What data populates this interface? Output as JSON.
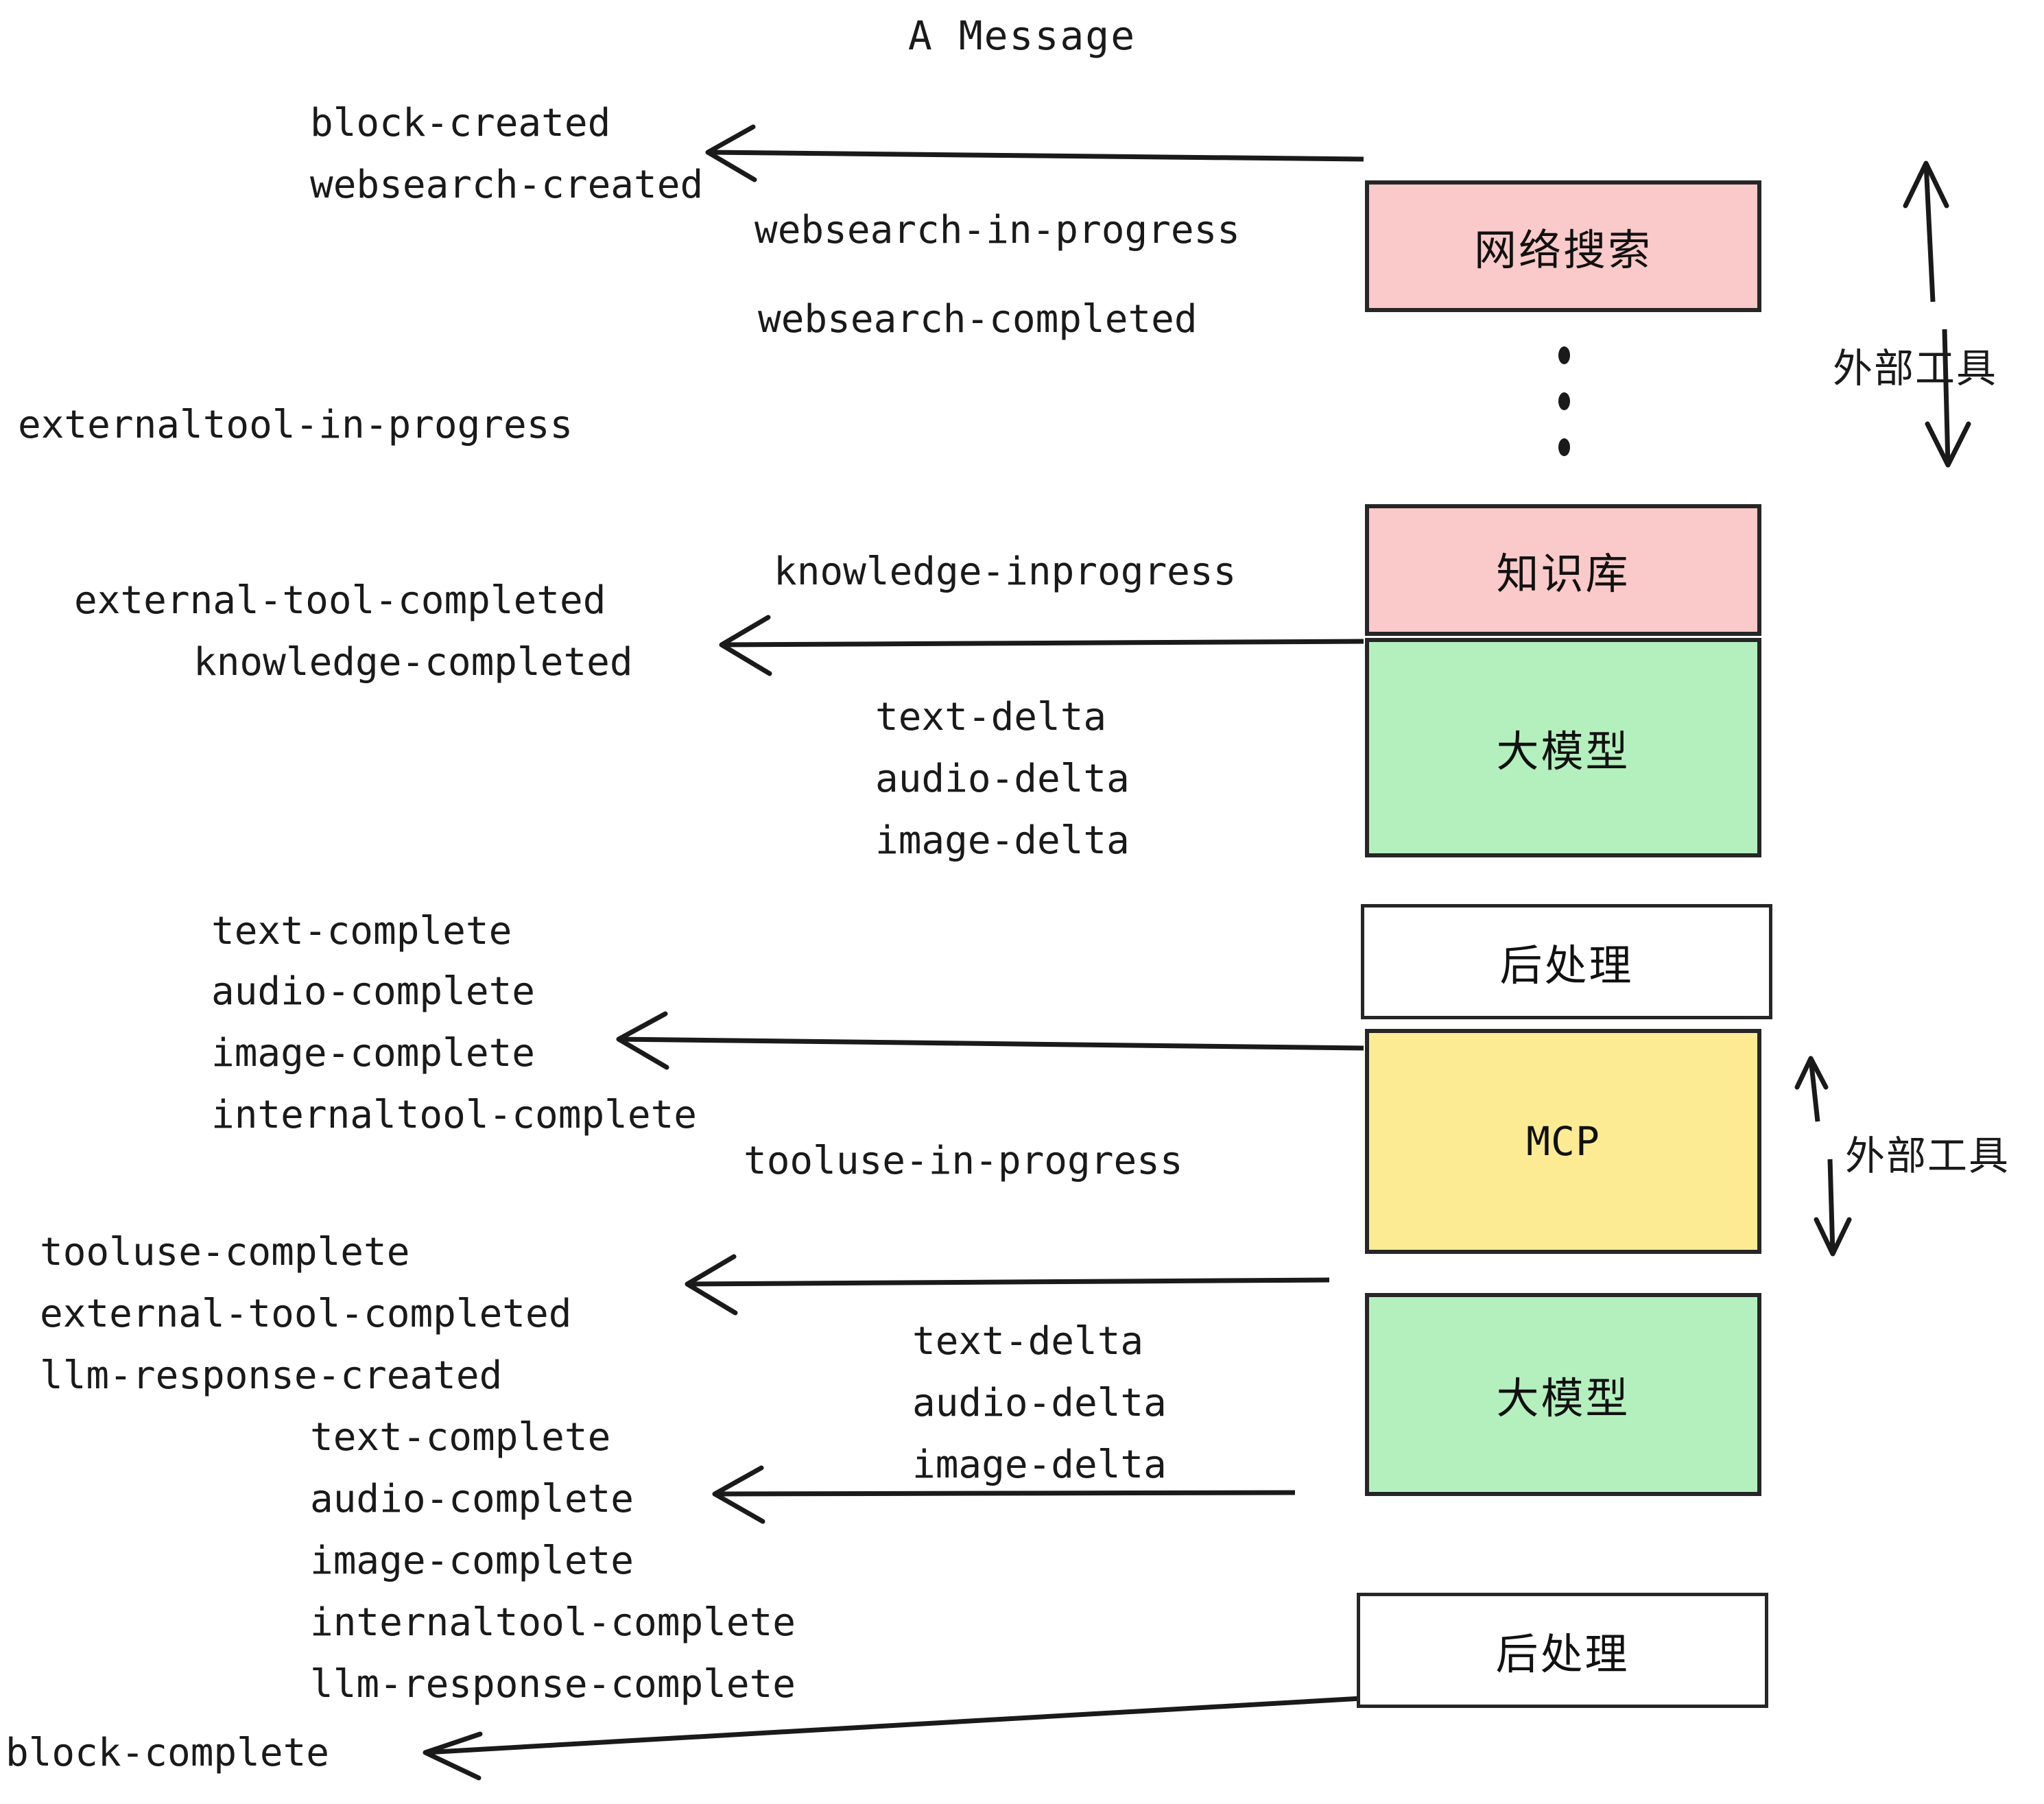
{
  "title": "A Message",
  "colors": {
    "pink": "#fac9c9",
    "green": "#b4f0bd",
    "yellow": "#fceb93",
    "white": "#ffffff",
    "stroke": "#262626",
    "text": "#1a1a1a",
    "background": "#ffffff"
  },
  "nodes": [
    {
      "id": "websearch",
      "label": "网络搜索",
      "fill": "pink"
    },
    {
      "id": "knowledge",
      "label": "知识库",
      "fill": "pink"
    },
    {
      "id": "llm-1",
      "label": "大模型",
      "fill": "green"
    },
    {
      "id": "postprocess-1",
      "label": "后处理",
      "fill": "white"
    },
    {
      "id": "mcp",
      "label": "MCP",
      "fill": "yellow"
    },
    {
      "id": "llm-2",
      "label": "大模型",
      "fill": "green"
    },
    {
      "id": "postprocess-2",
      "label": "后处理",
      "fill": "white"
    }
  ],
  "side_groups": [
    {
      "id": "external-tools-top",
      "label": "外部工具"
    },
    {
      "id": "external-tools-bottom",
      "label": "外部工具"
    }
  ],
  "events": [
    {
      "id": "block-created",
      "text": "block-created"
    },
    {
      "id": "websearch-created",
      "text": "websearch-created"
    },
    {
      "id": "websearch-in-progress",
      "text": "websearch-in-progress"
    },
    {
      "id": "websearch-completed",
      "text": "websearch-completed"
    },
    {
      "id": "externaltool-in-progress",
      "text": "externaltool-in-progress"
    },
    {
      "id": "knowledge-inprogress",
      "text": "knowledge-inprogress"
    },
    {
      "id": "external-tool-completed-1",
      "text": "external-tool-completed"
    },
    {
      "id": "knowledge-completed",
      "text": "knowledge-completed"
    },
    {
      "id": "text-delta-1",
      "text": "text-delta"
    },
    {
      "id": "audio-delta-1",
      "text": "audio-delta"
    },
    {
      "id": "image-delta-1",
      "text": "image-delta"
    },
    {
      "id": "text-complete-1",
      "text": "text-complete"
    },
    {
      "id": "audio-complete-1",
      "text": "audio-complete"
    },
    {
      "id": "image-complete-1",
      "text": "image-complete"
    },
    {
      "id": "internaltool-complete-1",
      "text": "internaltool-complete"
    },
    {
      "id": "tooluse-in-progress",
      "text": "tooluse-in-progress"
    },
    {
      "id": "tooluse-complete",
      "text": "tooluse-complete"
    },
    {
      "id": "external-tool-completed-2",
      "text": "external-tool-completed"
    },
    {
      "id": "llm-response-created",
      "text": "llm-response-created"
    },
    {
      "id": "text-delta-2",
      "text": "text-delta"
    },
    {
      "id": "audio-delta-2",
      "text": "audio-delta"
    },
    {
      "id": "image-delta-2",
      "text": "image-delta"
    },
    {
      "id": "text-complete-2",
      "text": "text-complete"
    },
    {
      "id": "audio-complete-2",
      "text": "audio-complete"
    },
    {
      "id": "image-complete-2",
      "text": "image-complete"
    },
    {
      "id": "internaltool-complete-2",
      "text": "internaltool-complete"
    },
    {
      "id": "llm-response-complete",
      "text": "llm-response-complete"
    },
    {
      "id": "block-complete",
      "text": "block-complete"
    }
  ]
}
